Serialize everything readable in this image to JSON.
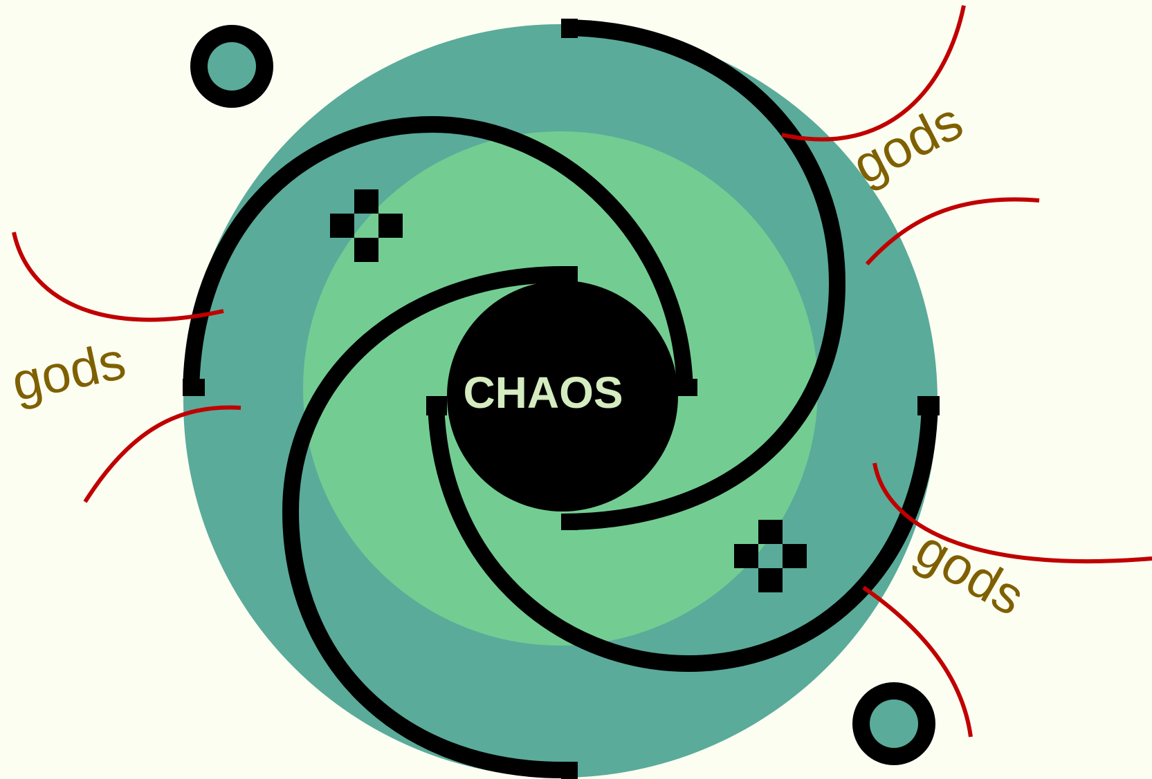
{
  "diagram": {
    "center_label": "CHAOS",
    "outer_labels": [
      "gods",
      "gods",
      "gods"
    ]
  },
  "colors": {
    "background": "#fdfef2",
    "outer_disc": "#5aab9a",
    "inner_disc": "#73cd92",
    "core": "#000000",
    "spiral_arms": "#000000",
    "center_text": "#d4ecc0",
    "tendrils": "#c00000",
    "gods_text": "#7f6000"
  }
}
